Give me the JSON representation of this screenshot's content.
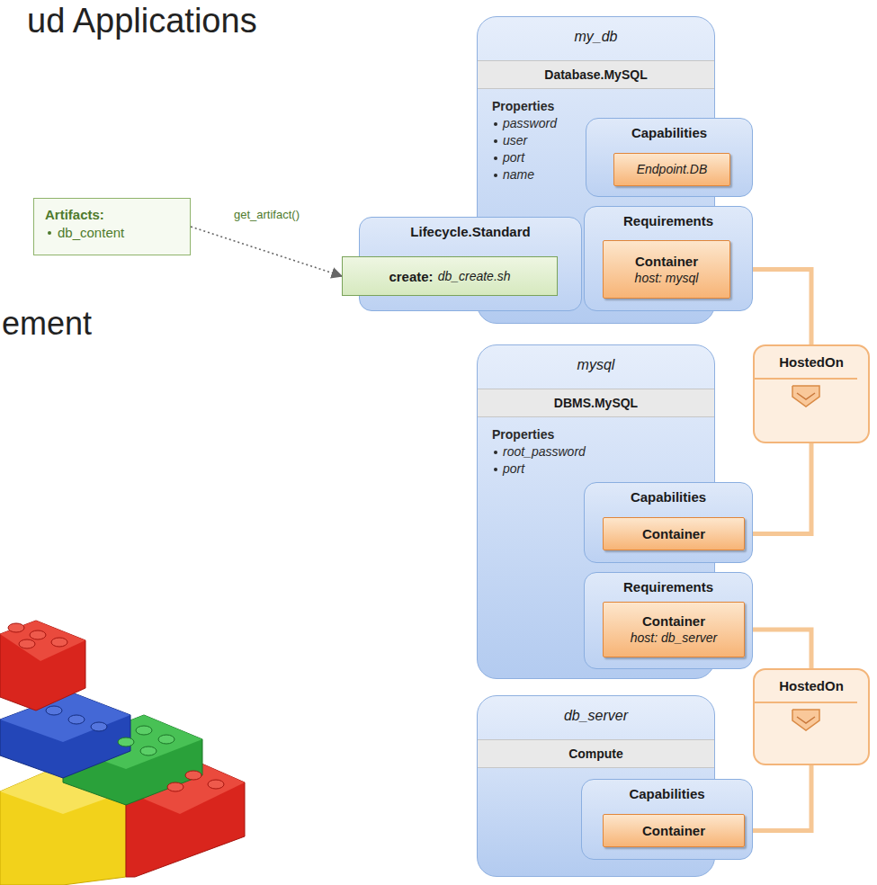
{
  "diagram": {
    "title": "ud Applications",
    "nodes": [
      {
        "text": [
          "my_db",
          "Database.MySQL",
          "Properties",
          "password",
          "user",
          "port",
          "name"
        ]
      },
      {
        "text": [
          "Capabilities"
        ],
        "in": 0
      },
      {
        "text": [
          "Endpoint.DB"
        ],
        "in": 1
      },
      {
        "text": [
          "Lifecycle.Standard"
        ],
        "in": 0
      },
      {
        "text": [
          "create:",
          "db_create.sh"
        ],
        "in": 3
      },
      {
        "text": [
          "Requirements"
        ],
        "in": 0
      },
      {
        "text": [
          "Container",
          "host: mysql"
        ],
        "in": 5
      },
      {
        "text": [
          "Artifacts:",
          "db_content"
        ]
      },
      {
        "text": [
          "mysql",
          "DBMS.MySQL",
          "Properties",
          "root_password",
          "port"
        ]
      },
      {
        "text": [
          "Capabilities"
        ],
        "in": 8
      },
      {
        "text": [
          "Container"
        ],
        "in": 9
      },
      {
        "text": [
          "Requirements"
        ],
        "in": 8
      },
      {
        "text": [
          "Container",
          "host: db_server"
        ],
        "in": 11
      },
      {
        "text": [
          "db_server",
          "Compute"
        ]
      },
      {
        "text": [
          "Capabilities"
        ],
        "in": 13
      },
      {
        "text": [
          "Container"
        ],
        "in": 14
      },
      {
        "text": [
          "HostedOn"
        ]
      },
      {
        "text": [
          "HostedOn"
        ]
      }
    ],
    "edges": [
      {
        "from": 7,
        "to": 4,
        "label": "get_artifact()",
        "arrow": "to"
      },
      {
        "from": 6,
        "to": 16,
        "arrow": "none"
      },
      {
        "from": 16,
        "to": 10,
        "arrow": "none"
      },
      {
        "from": 12,
        "to": 17,
        "arrow": "none"
      },
      {
        "from": 17,
        "to": 15,
        "arrow": "none"
      }
    ],
    "labels": [
      "ement"
    ]
  }
}
